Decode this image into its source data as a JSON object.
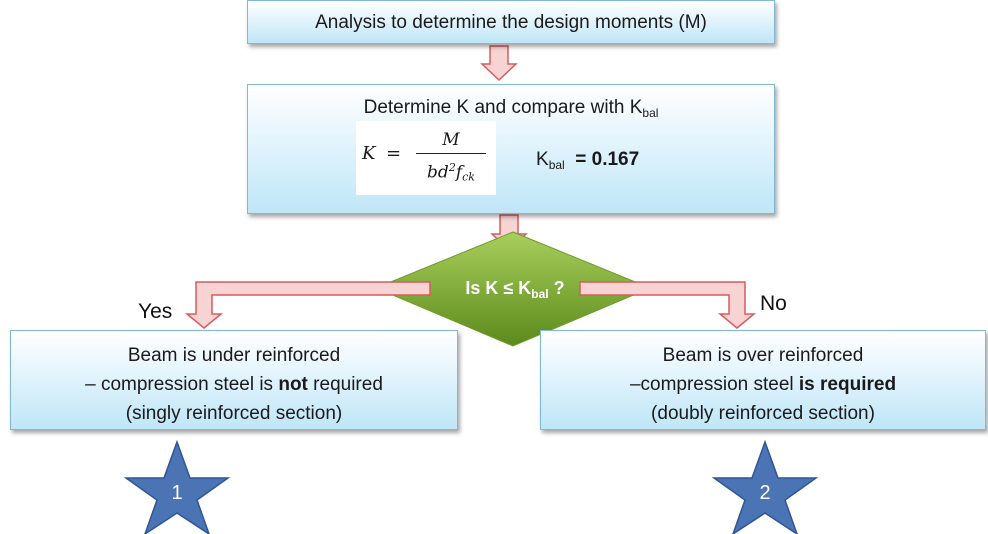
{
  "top_box": {
    "text": "Analysis to determine the design moments (M)"
  },
  "mid_box": {
    "title_prefix": "Determine K and compare with K",
    "title_sub": "bal",
    "formula": {
      "lhs": "K",
      "eq": "=",
      "numerator": "M",
      "denominator_b": "bd",
      "denominator_sup": "2",
      "denominator_f": "f",
      "denominator_sub": "ck"
    },
    "kbal_label": "K",
    "kbal_sub": "bal",
    "kbal_value": "= 0.167"
  },
  "decision": {
    "prefix": "Is K ≤ K",
    "sub": "bal",
    "suffix": " ?"
  },
  "branch_yes": "Yes",
  "branch_no": "No",
  "left_box": {
    "line1": "Beam is under reinforced",
    "line2_a": "– compression steel is ",
    "line2_b": "not",
    "line2_c": " required",
    "line3": "(singly reinforced section)"
  },
  "right_box": {
    "line1": "Beam is over reinforced",
    "line2_a": "–compression steel ",
    "line2_b": "is required",
    "line3": "(doubly reinforced section)"
  },
  "star_left": "1",
  "star_right": "2",
  "colors": {
    "arrow_fill": "#f7d3d3",
    "arrow_stroke": "#d85c5c",
    "diamond_top": "#9bc24a",
    "diamond_bottom": "#5e8a1f",
    "star_fill": "#4a74b4",
    "star_stroke": "#2f5597"
  }
}
